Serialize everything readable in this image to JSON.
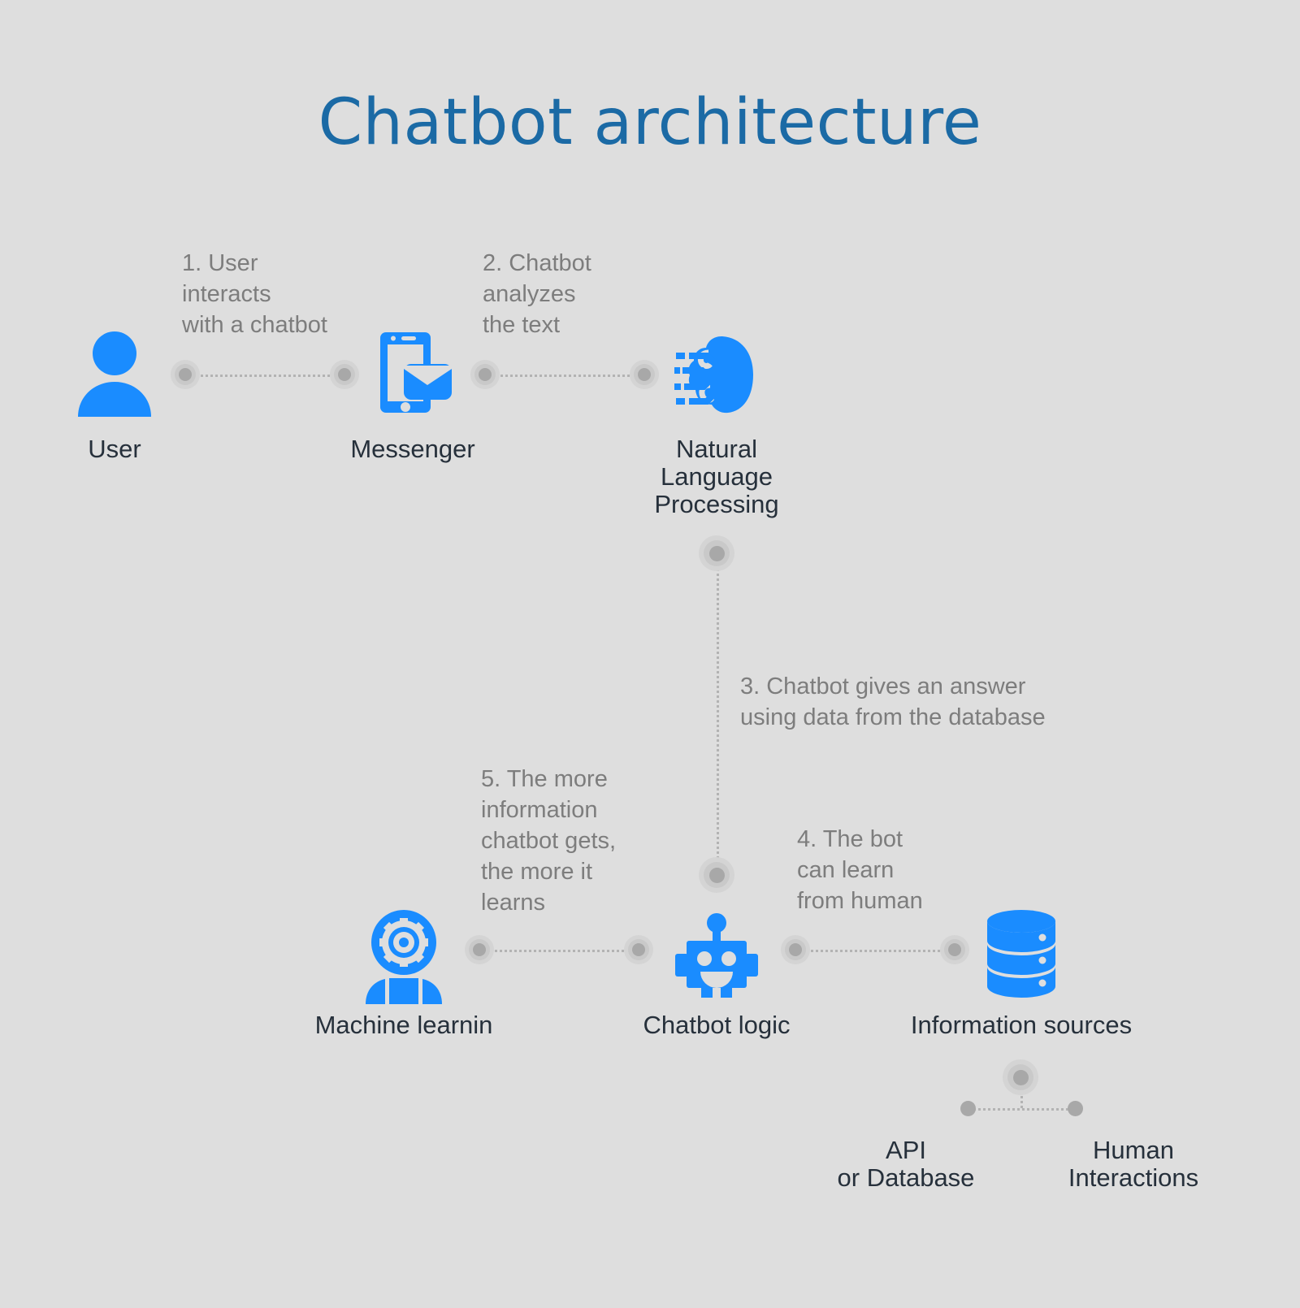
{
  "title": "Chatbot architecture",
  "colors": {
    "background": "#dedede",
    "title": "#1b6aa5",
    "icon_blue": "#1a8cff",
    "step_text": "#7d7d7d",
    "node_label": "#26303b",
    "connector": "#b3b3b3"
  },
  "steps": [
    {
      "id": "step-1",
      "text": "1. User\ninteracts\nwith a chatbot"
    },
    {
      "id": "step-2",
      "text": "2. Chatbot\nanalyzes\nthe text"
    },
    {
      "id": "step-3",
      "text": "3. Chatbot gives an answer\nusing data from the database"
    },
    {
      "id": "step-4",
      "text": "4. The bot\ncan learn\nfrom human"
    },
    {
      "id": "step-5",
      "text": "5. The more\ninformation\nchatbot gets,\nthe more it\nlearns"
    }
  ],
  "nodes": {
    "user": {
      "label": "User",
      "icon": "user-icon"
    },
    "messenger": {
      "label": "Messenger",
      "icon": "messenger-phone-envelope-icon"
    },
    "nlp": {
      "label": "Natural\nLanguage\nProcessing",
      "icon": "brain-circuit-icon"
    },
    "machine_learning": {
      "label": "Machine learnin",
      "icon": "person-gear-icon"
    },
    "chatbot_logic": {
      "label": "Chatbot logic",
      "icon": "robot-icon"
    },
    "information_sources": {
      "label": "Information sources",
      "icon": "database-icon"
    },
    "api_or_database": {
      "label": "API\nor Database"
    },
    "human_interactions": {
      "label": "Human\nInteractions"
    }
  }
}
